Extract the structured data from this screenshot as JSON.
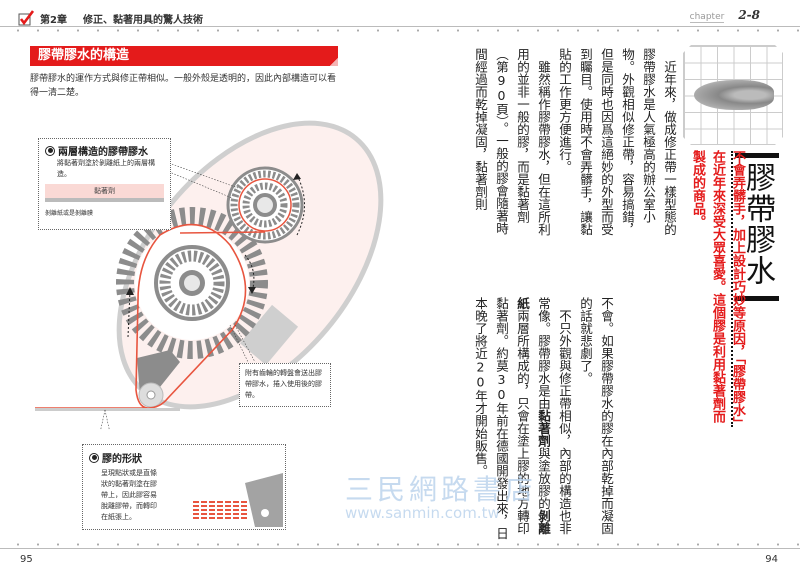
{
  "header": {
    "chapter_label": "第2章",
    "chapter_title": "修正、黏著用具的驚人技術",
    "chapter_word": "chapter",
    "chapter_number": "2-8"
  },
  "left_page": {
    "section_title": "膠帶膠水的構造",
    "intro": "膠帶膠水的運作方式與修正帶相似。一般外殼是透明的，因此內部構造可以看得一清二楚。",
    "callouts": {
      "two_layer": {
        "title": "兩層構造的膠帶膠水",
        "body": "將黏著劑塗於剝離紙上的兩層構造。",
        "adhesive_label": "黏著劑",
        "release_label": "剝離紙或是剝離膜"
      },
      "gear": {
        "body": "附有齒輪的轉盤會送出膠帶膠水，捲入使用後的膠帶。"
      },
      "shape": {
        "title": "膠的形狀",
        "body": "呈現點狀或是直條狀的黏著劑塗在膠帶上，因此膠容易脫離膠帶，而轉印在紙張上。"
      }
    },
    "page_number": "95"
  },
  "right_page": {
    "title": "膠帶膠水",
    "lead": "不會弄髒手，加上設計巧妙等原因，「膠帶膠水」在近年來深受大眾喜愛。這個膠是利用黏著劑而製成的商品。",
    "paragraphs_top": [
      "　近年來，做成修正帶一樣型態的膠帶膠水是人氣極高的辦公室小物。外觀相似修正帶，容易搞錯，但是同時也因爲這絕妙的外型而受到矚目。使用時不會弄髒手，讓黏貼的工作更方便進行。",
      "　雖然稱作膠帶膠水，但在這所利用的並非一般的膠，而是黏著劑（第90頁）。一般的膠會隨著時間經過而乾掉凝固，黏著劑則"
    ],
    "paragraphs_bottom": {
      "p1": "不會。如果膠帶膠水的膠在內部乾掉而凝固的話就悲劇了。",
      "p2_a": "　不只外觀與修正帶相似，內部的構造也非常像。膠帶膠水是由",
      "p2_bold1": "黏著劑",
      "p2_b": "與塗放膠的",
      "p2_bold2": "剝離紙",
      "p2_c": "兩層所構成的，只會在塗上膠的地方轉印黏著劑。約莫30年前在德國開發出來，日本晚了將近20年才開始販售。"
    },
    "page_number": "94"
  },
  "watermark": {
    "name": "三民網路書店",
    "url": "www.sanmin.com.tw"
  },
  "colors": {
    "accent_red": "#e41b1b",
    "pale_pink": "#fad9d5",
    "gear_gray": "#8c8c8c"
  }
}
